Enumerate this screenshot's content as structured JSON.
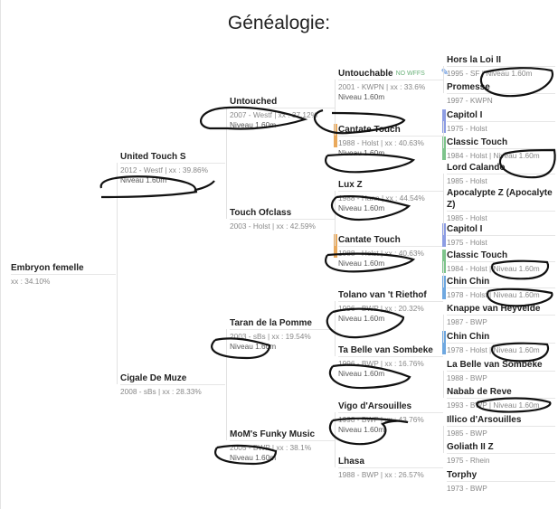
{
  "title": "Généalogie:",
  "pedigree": {
    "subject": {
      "name": "Embryon femelle",
      "meta": "xx : 34.10%"
    },
    "gen1": [
      {
        "name": "United Touch S",
        "meta": "2012 - Westf | xx : 39.86%",
        "level": "Niveau 1.60m"
      },
      {
        "name": "Cigale De Muze",
        "meta": "2008 - sBs | xx : 28.33%"
      }
    ],
    "gen2": [
      {
        "name": "Untouched",
        "meta": "2007 - Westf | xx : 37.12%",
        "level": "Niveau 1.60m"
      },
      {
        "name": "Touch Ofclass",
        "meta": "2003 - Holst | xx : 42.59%"
      },
      {
        "name": "Taran de la Pomme",
        "meta": "2003 - sBs | xx : 19.54%",
        "level": "Niveau 1.60m"
      },
      {
        "name": "MoM's Funky Music",
        "meta": "2005 - BWP | xx : 38.1%",
        "level": "Niveau 1.60m"
      }
    ],
    "gen3": [
      {
        "name": "Untouchable",
        "tag": "NO WFFS",
        "icon": "pen-icon",
        "meta": "2001 - KWPN | xx : 33.6%",
        "level": "Niveau 1.60m"
      },
      {
        "name": "Cantate Touch",
        "meta": "1988 - Holst | xx : 40.63%",
        "level": "Niveau 1.60m",
        "color": "#e9a95c"
      },
      {
        "name": "Lux Z",
        "meta": "1988 - Hann | xx : 44.54%",
        "level": "Niveau 1.60m"
      },
      {
        "name": "Cantate Touch",
        "meta": "1988 - Holst | xx : 40.63%",
        "level": "Niveau 1.60m",
        "color": "#e9a95c"
      },
      {
        "name": "Tolano van 't Riethof",
        "meta": "1996 - BWP | xx : 20.32%",
        "level": "Niveau 1.60m"
      },
      {
        "name": "Ta Belle van Sombeke",
        "meta": "1996 - BWP | xx : 16.76%",
        "level": "Niveau 1.60m"
      },
      {
        "name": "Vigo d'Arsouilles",
        "meta": "1998 - BWP | xx : 43.76%",
        "level": "Niveau 1.60m"
      },
      {
        "name": "Lhasa",
        "meta": "1988 - BWP | xx : 26.57%"
      }
    ],
    "gen4": [
      {
        "name": "Hors la Loi II",
        "meta": "1995 - SF | Niveau 1.60m"
      },
      {
        "name": "Promesse",
        "meta": "1997 - KWPN"
      },
      {
        "name": "Capitol I",
        "meta": "1975 - Holst",
        "color": "#8d9de3"
      },
      {
        "name": "Classic Touch",
        "meta": "1984 - Holst | Niveau 1.60m",
        "color": "#7ec48c"
      },
      {
        "name": "Lord Calando",
        "meta": "1985 - Holst"
      },
      {
        "name": "Apocalypte Z (Apocalyte Z)",
        "meta": "1985 - Holst"
      },
      {
        "name": "Capitol I",
        "meta": "1975 - Holst",
        "color": "#8d9de3"
      },
      {
        "name": "Classic Touch",
        "meta": "1984 - Holst | Niveau 1.60m",
        "color": "#7ec48c"
      },
      {
        "name": "Chin Chin",
        "meta": "1978 - Holst | Niveau 1.60m",
        "color": "#6fa8e0"
      },
      {
        "name": "Knappe van Heyvelde",
        "meta": "1987 - BWP"
      },
      {
        "name": "Chin Chin",
        "meta": "1978 - Holst | Niveau 1.60m",
        "color": "#6fa8e0"
      },
      {
        "name": "La Belle van Sombeke",
        "meta": "1988 - BWP"
      },
      {
        "name": "Nabab de Reve",
        "meta": "1993 - BWP | Niveau 1.60m"
      },
      {
        "name": "Illico d'Arsouilles",
        "meta": "1985 - BWP"
      },
      {
        "name": "Goliath II Z",
        "meta": "1975 - Rhein"
      },
      {
        "name": "Torphy",
        "meta": "1973 - BWP"
      }
    ]
  }
}
